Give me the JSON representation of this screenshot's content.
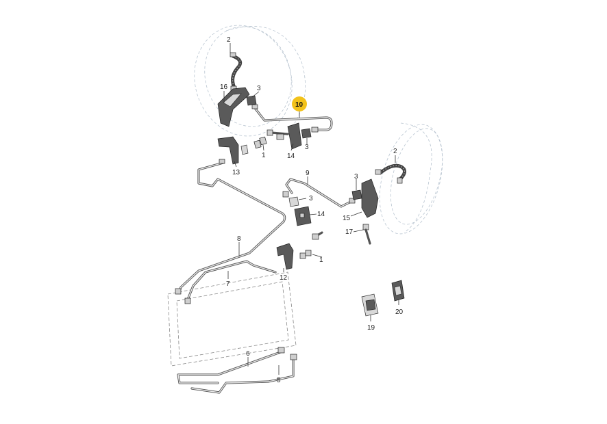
{
  "callouts": {
    "c2_front": "2",
    "c16": "16",
    "c3_front": "3",
    "c10": "10",
    "c3_mid": "3",
    "c14_top": "14",
    "c1_top": "1",
    "c13": "13",
    "c2_rear": "2",
    "c9": "9",
    "c3_rear": "3",
    "c3_center": "3",
    "c14_mid": "14",
    "c15": "15",
    "c17": "17",
    "c8": "8",
    "c1_bottom": "1",
    "c12": "12",
    "c7": "7",
    "c20": "20",
    "c19": "19",
    "c6": "6",
    "c5": "5"
  },
  "highlighted_part": "10",
  "colors": {
    "highlight": "#f2c21b",
    "part_dark": "#5a5a5a",
    "line": "#333333",
    "wheel_outline": "#b8c4d0"
  }
}
